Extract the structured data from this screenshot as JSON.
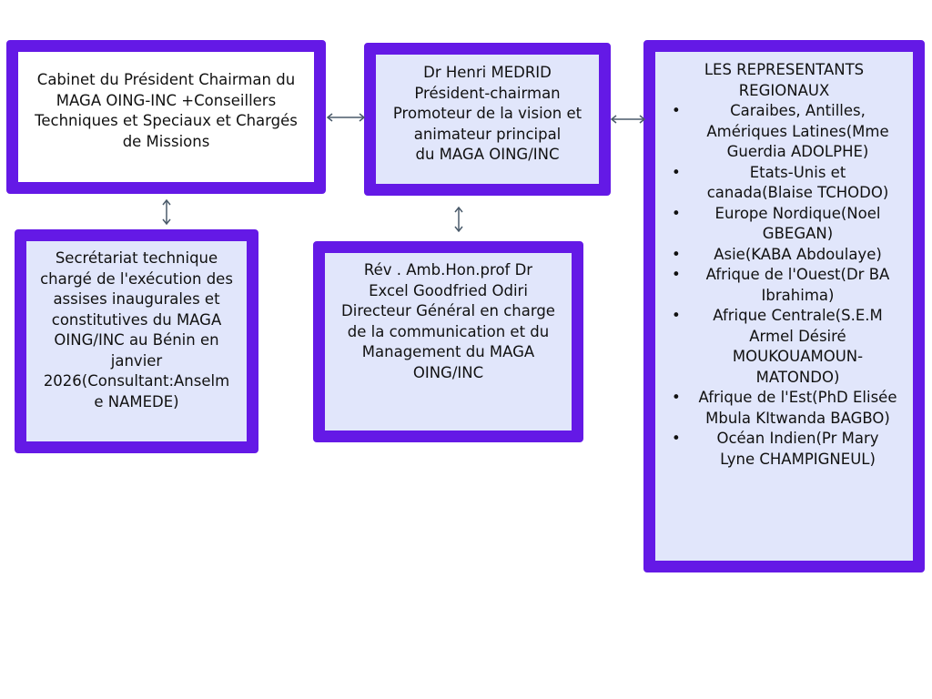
{
  "cabinet": {
    "lines": [
      "Cabinet du Président Chairman du",
      "MAGA OING-INC +Conseillers",
      "Techniques et Speciaux et Chargés",
      "de Missions"
    ]
  },
  "president": {
    "lines": [
      "Dr Henri MEDRID",
      "Président-chairman",
      "Promoteur de la vision et",
      "animateur principal",
      "du  MAGA OING/INC"
    ]
  },
  "representants": {
    "title_lines": [
      "LES REPRESENTANTS",
      "REGIONAUX"
    ],
    "items": [
      {
        "lines": [
          "Caraibes, Antilles,",
          "Amériques Latines(Mme",
          "Guerdia ADOLPHE)"
        ]
      },
      {
        "lines": [
          "Etats-Unis et",
          "canada(Blaise TCHODO)"
        ]
      },
      {
        "lines": [
          "Europe Nordique(Noel",
          "GBEGAN)"
        ]
      },
      {
        "lines": [
          "Asie(KABA Abdoulaye)"
        ]
      },
      {
        "lines": [
          "Afrique de l'Ouest(Dr BA",
          "Ibrahima)"
        ]
      },
      {
        "lines": [
          "Afrique Centrale(S.E.M",
          "Armel Désiré",
          "MOUKOUAMOUN-",
          "MATONDO)"
        ]
      },
      {
        "lines": [
          "Afrique de l'Est(PhD Elisée",
          "Mbula KItwanda BAGBO)"
        ]
      },
      {
        "lines": [
          "Océan Indien(Pr Mary",
          "Lyne CHAMPIGNEUL)"
        ]
      }
    ]
  },
  "secretariat": {
    "lines": [
      "Secrétariat technique",
      "chargé de l'exécution des",
      "assises inaugurales et",
      "constitutives du MAGA",
      "OING/INC au Bénin en",
      "janvier",
      "2026(Consultant:Anselm",
      "e NAMEDE)"
    ]
  },
  "directeur": {
    "lines": [
      "Rév . Amb.Hon.prof Dr",
      "Excel Goodfried Odiri",
      "Directeur Général en charge",
      "de la communication  et du",
      "Management du MAGA",
      "OING/INC"
    ]
  },
  "colors": {
    "border": "#6419e6",
    "fill": "#e1e6fb",
    "arrow": "#4a5a6a"
  }
}
